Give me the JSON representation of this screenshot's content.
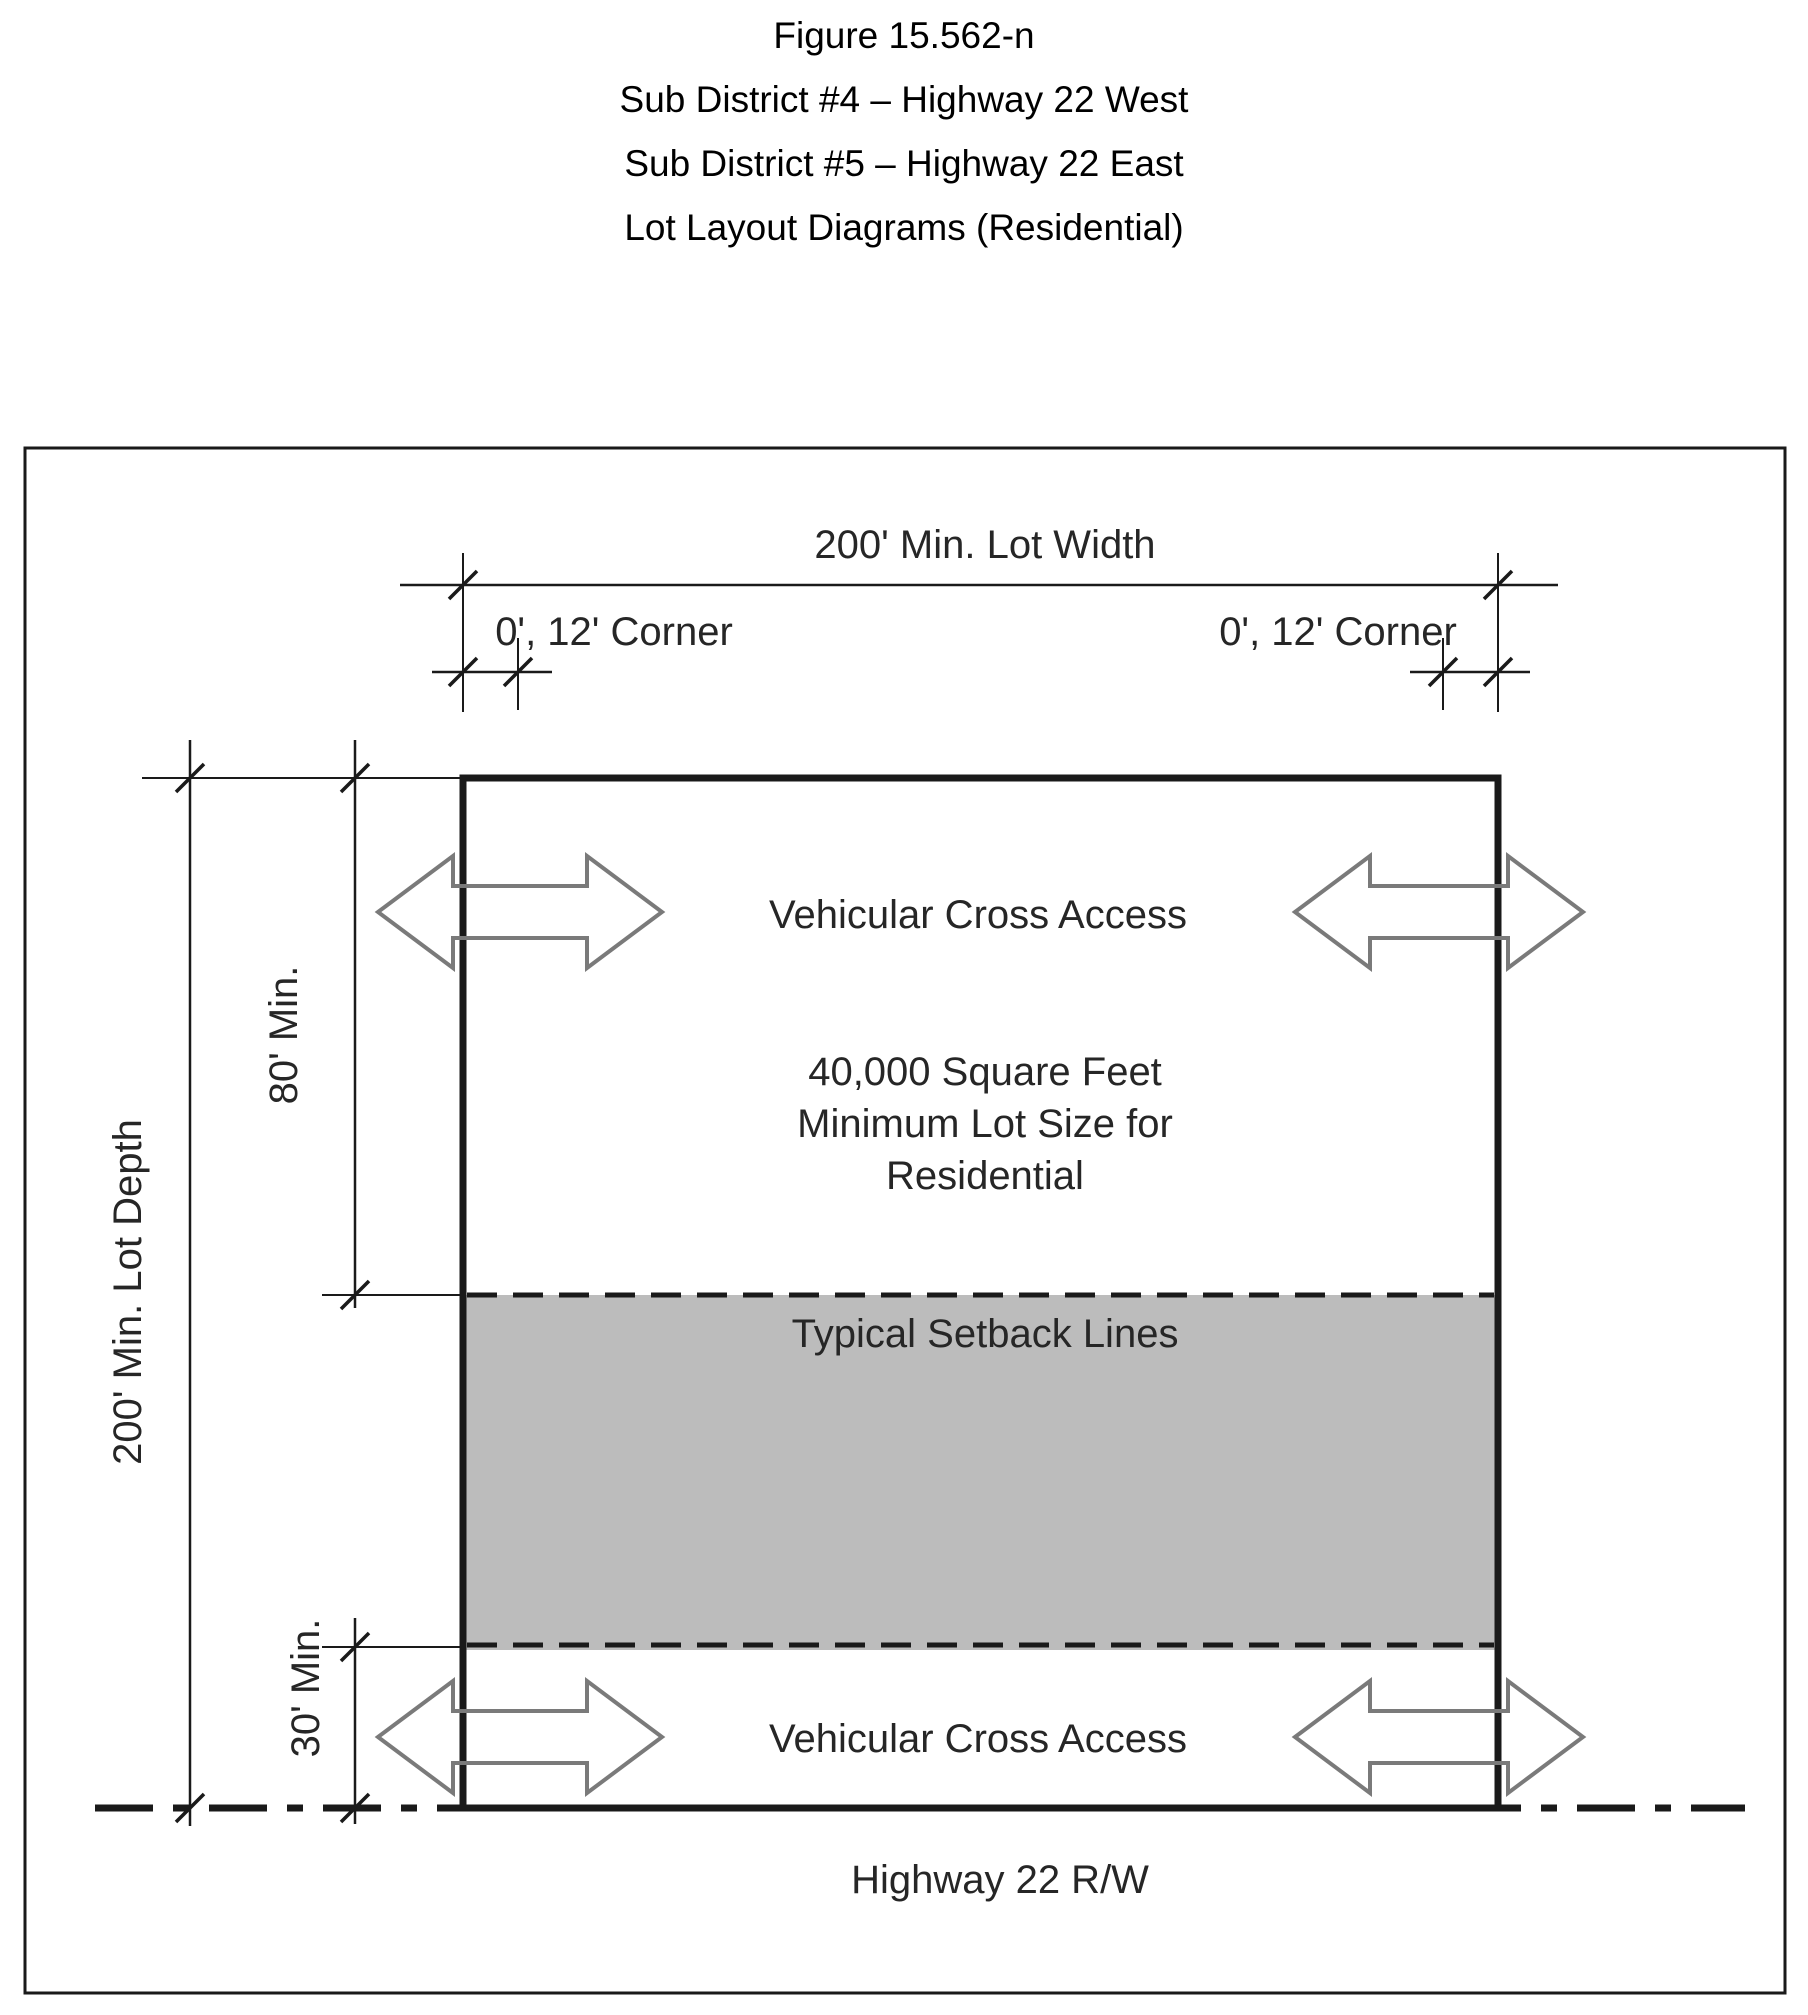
{
  "header": {
    "figure_number": "Figure 15.562-n",
    "subtitle1": "Sub District #4 – Highway 22 West",
    "subtitle2": "Sub District #5 – Highway 22 East",
    "subtitle3": "Lot Layout Diagrams (Residential)"
  },
  "diagram": {
    "dimensions": {
      "lot_width": "200' Min. Lot Width",
      "corner_setback_left": "0', 12' Corner",
      "corner_setback_right": "0', 12' Corner",
      "lot_depth": "200' Min. Lot Depth",
      "front_yard": "80' Min.",
      "rear_yard": "30' Min."
    },
    "labels": {
      "cross_access_top": "Vehicular Cross Access",
      "cross_access_bottom": "Vehicular Cross Access",
      "lot_size_line1": "40,000 Square Feet",
      "lot_size_line2": "Minimum Lot Size for",
      "lot_size_line3": "Residential",
      "setback_lines": "Typical Setback Lines",
      "highway": "Highway 22 R/W"
    },
    "colors": {
      "line_color": "#1a1a1a",
      "setback_band_fill": "#bcbcbc",
      "arrow_outline": "#7a7a7a"
    }
  }
}
